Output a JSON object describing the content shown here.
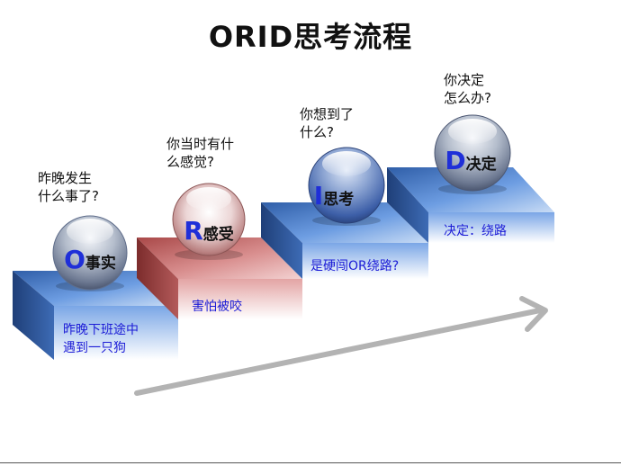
{
  "title": "ORID思考流程",
  "steps": [
    {
      "letter": "O",
      "word": "事实",
      "question": "昨晚发生\n什么事了?",
      "example": "昨晚下班途中\n遇到一只狗",
      "colors": {
        "top": "#5b8fd8",
        "front": "#9ec0ee",
        "side": "#2a4f8c"
      }
    },
    {
      "letter": "R",
      "word": "感受",
      "question": "你当时有什\n么感觉?",
      "example": "害怕被咬",
      "colors": {
        "top": "#d98a8a",
        "front": "#f0c9c9",
        "side": "#8f3a3a"
      }
    },
    {
      "letter": "I",
      "word": "思考",
      "question": "你想到了\n什么?",
      "example": "是硬闯OR绕路?",
      "colors": {
        "top": "#5b8fd8",
        "front": "#9ec0ee",
        "side": "#2a4f8c"
      }
    },
    {
      "letter": "D",
      "word": "决定",
      "question": "你决定\n怎么办?",
      "example": "决定：绕路",
      "colors": {
        "top": "#5b8fd8",
        "front": "#9ec0ee",
        "side": "#2a4f8c"
      }
    }
  ],
  "arrow_color": "#b3b3b3"
}
